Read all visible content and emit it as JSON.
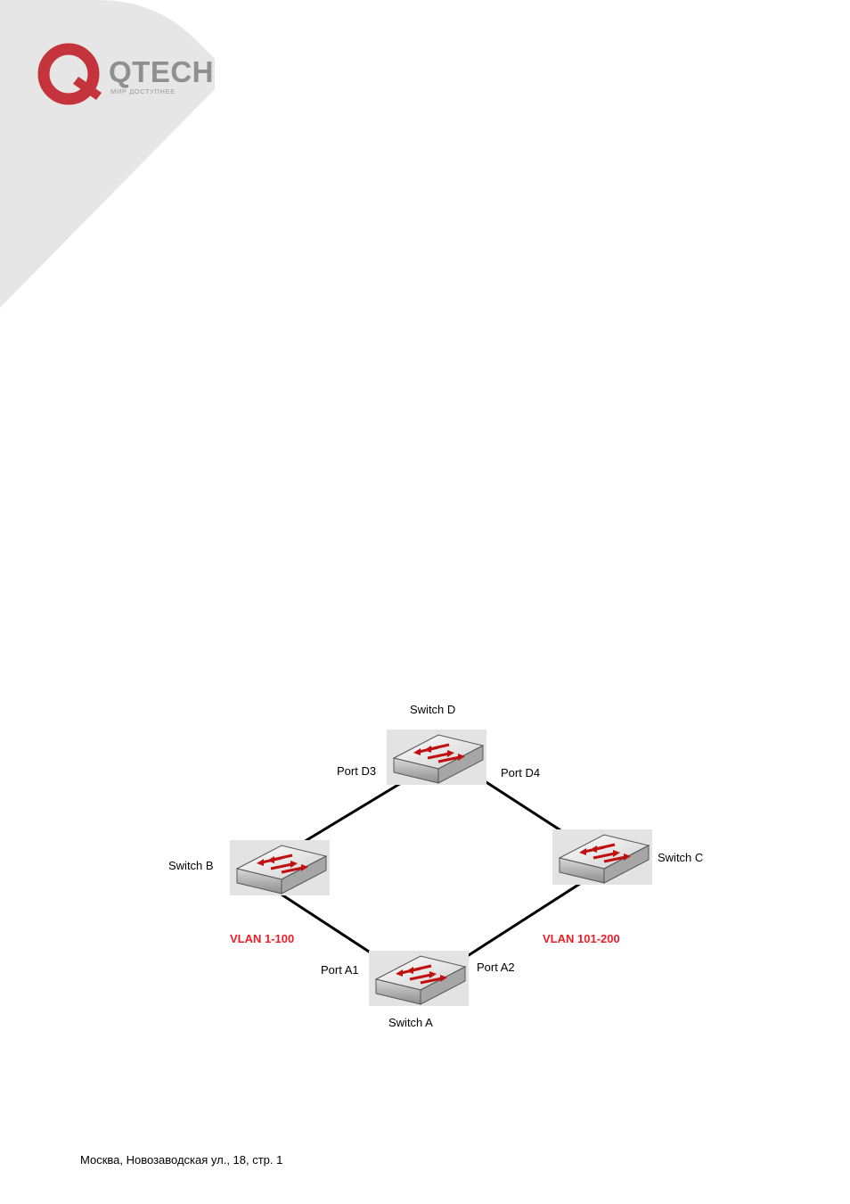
{
  "brand": {
    "name": "QTECH",
    "tagline": "МИР ДОСТУПНЕЕ",
    "logo_icon": "qtech-ring-logo",
    "colors": {
      "accent": "#c5343c",
      "corner": "#e6e6e6",
      "text": "#8f8f8f"
    }
  },
  "diagram": {
    "switches": [
      {
        "id": "D",
        "label": "Switch D"
      },
      {
        "id": "B",
        "label": "Switch B"
      },
      {
        "id": "C",
        "label": "Switch C"
      },
      {
        "id": "A",
        "label": "Switch A"
      }
    ],
    "ports": {
      "d3": "Port D3",
      "d4": "Port D4",
      "a1": "Port A1",
      "a2": "Port A2"
    },
    "vlans": {
      "left": "VLAN 1-100",
      "right": "VLAN 101-200"
    },
    "links": [
      {
        "from": "D",
        "to": "B"
      },
      {
        "from": "D",
        "to": "C"
      },
      {
        "from": "B",
        "to": "A"
      },
      {
        "from": "C",
        "to": "A"
      }
    ],
    "vlan_color": "#ee1c25",
    "switch_icon": "network-switch-icon"
  },
  "footer": {
    "address": "Москва, Новозаводская ул., 18, стр. 1"
  }
}
